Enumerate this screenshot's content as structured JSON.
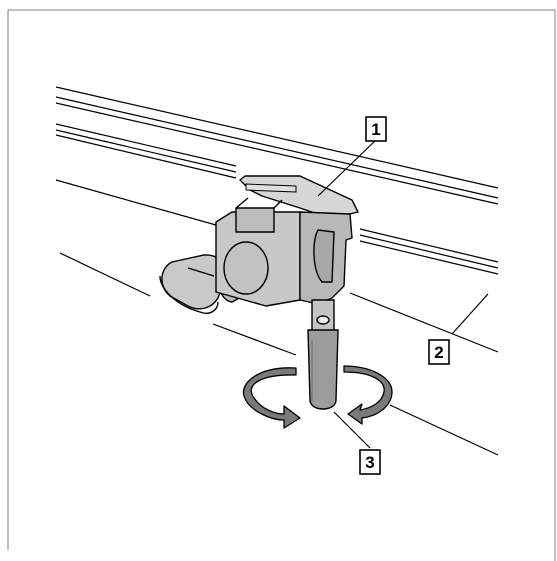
{
  "callouts": [
    {
      "id": "1",
      "label": "1"
    },
    {
      "id": "2",
      "label": "2"
    },
    {
      "id": "3",
      "label": "3"
    }
  ],
  "colors": {
    "line": "#000000",
    "part_light": "#d4d4d4",
    "part_mid": "#bdbdbd",
    "part_dark": "#9c9c9c",
    "arrow": "#7a7a7a",
    "frame": "#808080"
  }
}
